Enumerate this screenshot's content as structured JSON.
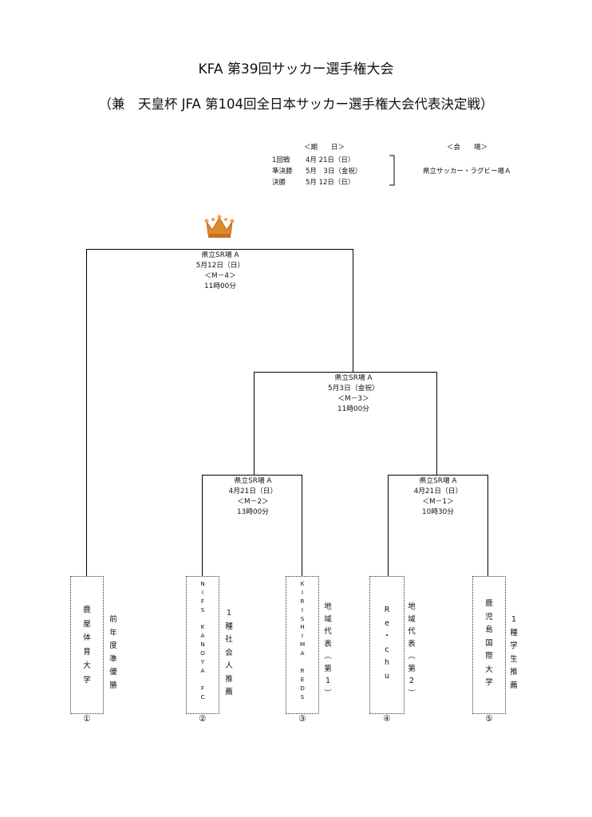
{
  "title": "KFA 第39回サッカー選手権大会",
  "subtitle": "（兼　天皇杯 JFA 第104回全日本サッカー選手権大会代表決定戦）",
  "schedule": {
    "date_header": "＜期　　日＞",
    "venue_header": "＜会　　場＞",
    "rows": [
      {
        "round": "1回戦",
        "date": "4月 21日（日）"
      },
      {
        "round": "準決勝",
        "date": "5月　3日（金祝）"
      },
      {
        "round": "決勝",
        "date": "5月 12日（日）"
      }
    ],
    "venue": "県立サッカー・ラグビー場Ａ"
  },
  "matches": {
    "m4": {
      "venue": "県立SR場 A",
      "date": "5月12日（日）",
      "code": "＜M－4＞",
      "time": "11時00分"
    },
    "m3": {
      "venue": "県立SR場 A",
      "date": "5月3日（金祝）",
      "code": "＜M－3＞",
      "time": "11時00分"
    },
    "m2": {
      "venue": "県立SR場 A",
      "date": "4月21日（日）",
      "code": "＜M－2＞",
      "time": "13時00分"
    },
    "m1": {
      "venue": "県立SR場 A",
      "date": "4月21日（日）",
      "code": "＜M－1＞",
      "time": "10時30分"
    }
  },
  "teams": [
    {
      "num": "①",
      "name": "鹿屋体育大学",
      "qualifier": "前年度準優勝"
    },
    {
      "num": "②",
      "name": "NIFS KANOYA FC",
      "qualifier": "1種社会人推薦"
    },
    {
      "num": "③",
      "name": "KIRISHIMA REDS",
      "qualifier": "地域代表（第1）"
    },
    {
      "num": "④",
      "name": "Re・chu",
      "qualifier": "地域代表（第2）"
    },
    {
      "num": "⑤",
      "name": "鹿児島国際大学",
      "qualifier": "1種学生推薦"
    }
  ],
  "icons": {
    "trophy": "crown-icon",
    "trophy_color": "#e08a2e"
  }
}
